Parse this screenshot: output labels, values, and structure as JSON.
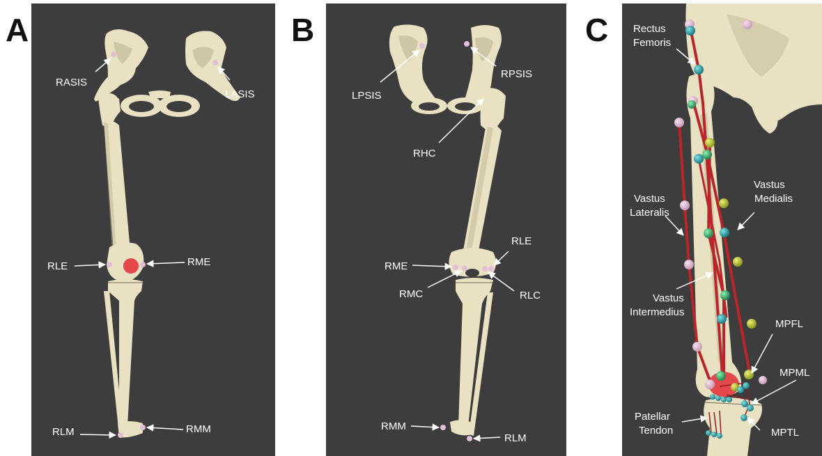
{
  "panels": {
    "A": {
      "letter": "A",
      "labels": {
        "rasis": "RASIS",
        "lasis": "LASIS",
        "rle": "RLE",
        "rme": "RME",
        "rlm": "RLM",
        "rmm": "RMM"
      }
    },
    "B": {
      "letter": "B",
      "labels": {
        "lpsis": "LPSIS",
        "rpsis": "RPSIS",
        "rhc": "RHC",
        "rme": "RME",
        "rle": "RLE",
        "rmc": "RMC",
        "rlc": "RLC",
        "rmm": "RMM",
        "rlm": "RLM"
      }
    },
    "C": {
      "letter": "C",
      "labels": {
        "rectus_1": "Rectus",
        "rectus_2": "Femoris",
        "vl_1": "Vastus",
        "vl_2": "Lateralis",
        "vm_1": "Vastus",
        "vm_2": "Medialis",
        "vi_1": "Vastus",
        "vi_2": "Intermedius",
        "mpfl": "MPFL",
        "mpml": "MPML",
        "mptl": "MPTL",
        "pt_1": "Patellar",
        "pt_2": "Tendon"
      }
    }
  },
  "colors": {
    "background": "#3d3d3d",
    "bone": "#e9e2c2",
    "bone_shade": "#bdb592",
    "marker_pink": "#e3bfd6",
    "marker_teal": "#27a3a8",
    "marker_yellow": "#b7c22c",
    "marker_green": "#3ea86a",
    "muscle_red": "#b8262b",
    "patella_red": "#e4484b",
    "text": "#ffffff"
  }
}
